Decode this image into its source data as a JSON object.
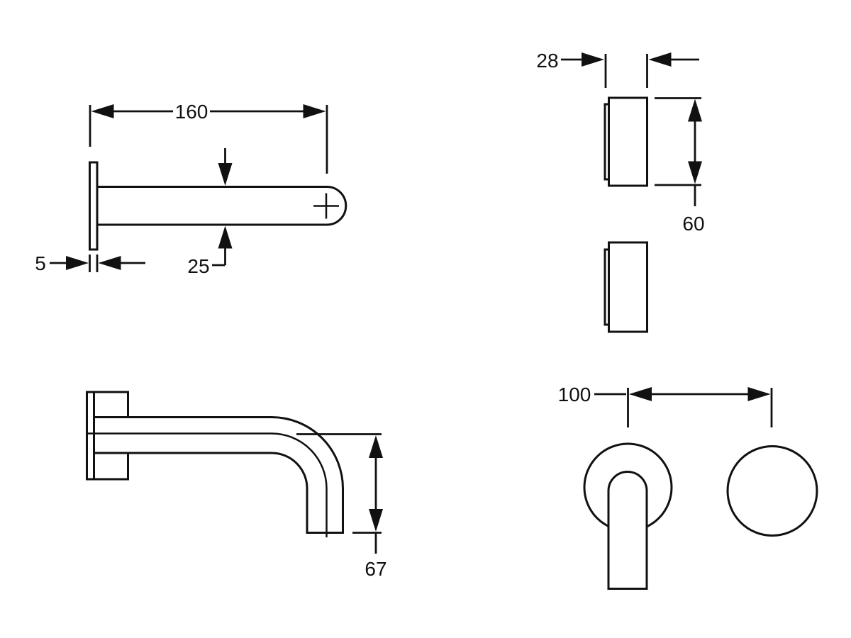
{
  "colors": {
    "background": "#ffffff",
    "ink": "#111111"
  },
  "views": {
    "spout_side": {
      "length": "160",
      "height": "25",
      "plate_thickness": "5"
    },
    "handle_side": {
      "depth": "28",
      "height": "60"
    },
    "spout_plan": {
      "drop": "67"
    },
    "handles_front": {
      "spacing": "100"
    }
  }
}
